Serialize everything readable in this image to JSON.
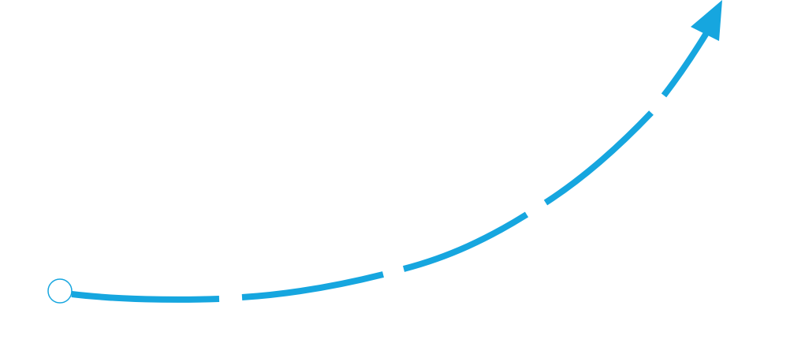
{
  "diagram": {
    "type": "curved-arrow",
    "stroke_color": "#16A6DF",
    "start_marker": "hollow-circle",
    "end_marker": "arrowhead",
    "line_style": "segmented",
    "segment_count": 5,
    "colors": {
      "line": "#16A6DF",
      "marker_fill": "#ffffff",
      "marker_stroke": "#16A6DF",
      "background": "#ffffff"
    }
  }
}
